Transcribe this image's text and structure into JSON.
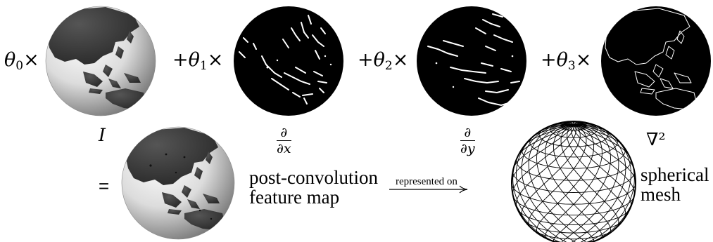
{
  "formula": {
    "terms": [
      {
        "prefix": "",
        "symbol": "θ",
        "sub": "0",
        "suffix": "×"
      },
      {
        "prefix": "+",
        "symbol": "θ",
        "sub": "1",
        "suffix": "×"
      },
      {
        "prefix": "+",
        "symbol": "θ",
        "sub": "2",
        "suffix": "×"
      },
      {
        "prefix": "+",
        "symbol": "θ",
        "sub": "3",
        "suffix": "×"
      }
    ]
  },
  "labels": {
    "identity": "I",
    "dx_num": "∂",
    "dx_den": "∂x",
    "dy_num": "∂",
    "dy_den": "∂y",
    "laplacian": "∇²"
  },
  "result": {
    "equals": "=",
    "caption_line1": "post-convolution",
    "caption_line2": "feature map"
  },
  "arrow": {
    "label": "represented on"
  },
  "mesh": {
    "caption_line1": "spherical",
    "caption_line2": "mesh"
  },
  "colors": {
    "globe_ocean": "#e6e6e6",
    "globe_land": "#3a3a3a",
    "filter_background": "#000000",
    "filter_edges": "#ffffff"
  }
}
